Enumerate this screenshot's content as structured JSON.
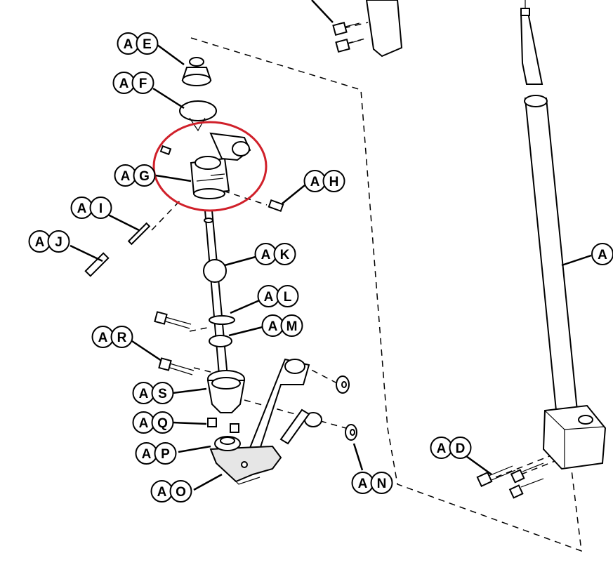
{
  "callouts": [
    {
      "id": "AE",
      "letters": [
        "A",
        "E"
      ]
    },
    {
      "id": "AF",
      "letters": [
        "A",
        "F"
      ]
    },
    {
      "id": "AG",
      "letters": [
        "A",
        "G"
      ]
    },
    {
      "id": "AH",
      "letters": [
        "A",
        "H"
      ]
    },
    {
      "id": "AI",
      "letters": [
        "A",
        "I"
      ]
    },
    {
      "id": "AJ",
      "letters": [
        "A",
        "J"
      ]
    },
    {
      "id": "AK",
      "letters": [
        "A",
        "K"
      ]
    },
    {
      "id": "AL",
      "letters": [
        "A",
        "L"
      ]
    },
    {
      "id": "AM",
      "letters": [
        "A",
        "M"
      ]
    },
    {
      "id": "AR",
      "letters": [
        "A",
        "R"
      ]
    },
    {
      "id": "AS",
      "letters": [
        "A",
        "S"
      ]
    },
    {
      "id": "AQ",
      "letters": [
        "A",
        "Q"
      ]
    },
    {
      "id": "AP",
      "letters": [
        "A",
        "P"
      ]
    },
    {
      "id": "AO",
      "letters": [
        "A",
        "O"
      ]
    },
    {
      "id": "AN",
      "letters": [
        "A",
        "N"
      ]
    },
    {
      "id": "AD",
      "letters": [
        "A",
        "D"
      ]
    },
    {
      "id": "A_right",
      "letters": [
        "A"
      ]
    }
  ],
  "highlight": {
    "color": "#d0202a",
    "target": "AG"
  },
  "colors": {
    "line": "#000000",
    "background": "#ffffff"
  }
}
